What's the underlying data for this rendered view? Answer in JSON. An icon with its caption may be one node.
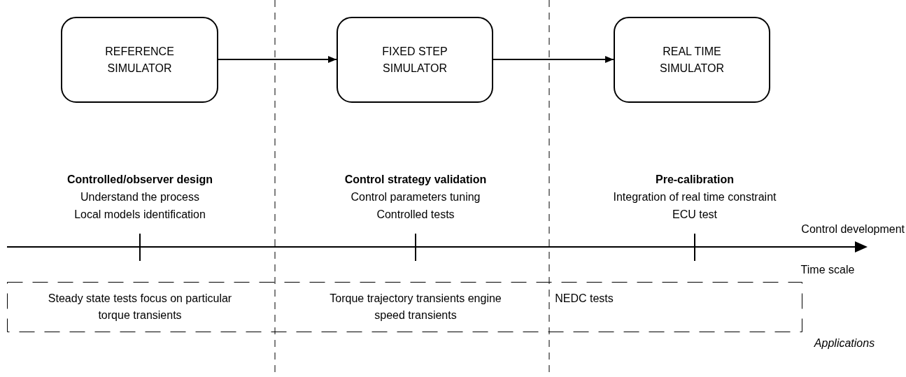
{
  "diagram": {
    "nodes": [
      {
        "text": [
          "REFERENCE SIMULATOR"
        ]
      },
      {
        "text": [
          "FIXED STEP SIMULATOR"
        ]
      },
      {
        "text": [
          "REAL TIME SIMULATOR"
        ]
      },
      {
        "text": [
          "Steady state tests focus on particular torque transients",
          "Torque trajectory transients engine speed transients",
          "NEDC tests"
        ]
      }
    ],
    "edges": [
      {
        "from": 0,
        "to": 1,
        "arrow": "to"
      },
      {
        "from": 1,
        "to": 2,
        "arrow": "to"
      }
    ],
    "labels": [
      "Controlled/observer design",
      "Control strategy validation",
      "Pre-calibration",
      "Understand the process",
      "Control parameters tuning",
      "Integration of real time constraint",
      "Local models identification",
      "Controlled tests",
      "ECU test",
      "Control development",
      "Time scale",
      "Applications"
    ]
  }
}
